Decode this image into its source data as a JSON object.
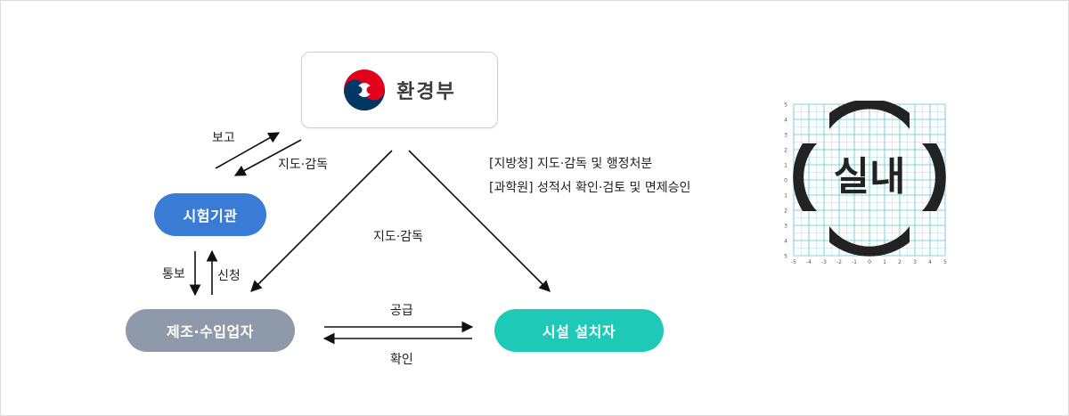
{
  "diagram": {
    "ministry": {
      "name": "환경부"
    },
    "nodes": {
      "testing_agency": "시험기관",
      "manufacturer": "제조·수입업자",
      "installer": "시설 설치자"
    },
    "labels": {
      "report": "보고",
      "guidance_top": "지도·감독",
      "notify": "통보",
      "apply": "신청",
      "guidance_center": "지도·감독",
      "supply": "공급",
      "confirm": "확인",
      "regional_office": "[지방청] 지도·감독 및 행정처분",
      "institute": "[과학원] 성적서 확인·검토 및 면제승인"
    },
    "colors": {
      "testing_agency": "#3a7bd5",
      "manufacturer": "#8e9aa9",
      "installer": "#1ec9b7"
    }
  },
  "indoor_mark": {
    "text": "실내",
    "axis_ticks": [
      "5",
      "4",
      "3",
      "2",
      "1",
      "0",
      "1",
      "2",
      "3",
      "4",
      "5"
    ],
    "x_ticks": [
      "-5",
      "-4",
      "-3",
      "-2",
      "-1",
      "0",
      "1",
      "2",
      "3",
      "4",
      "5"
    ]
  }
}
